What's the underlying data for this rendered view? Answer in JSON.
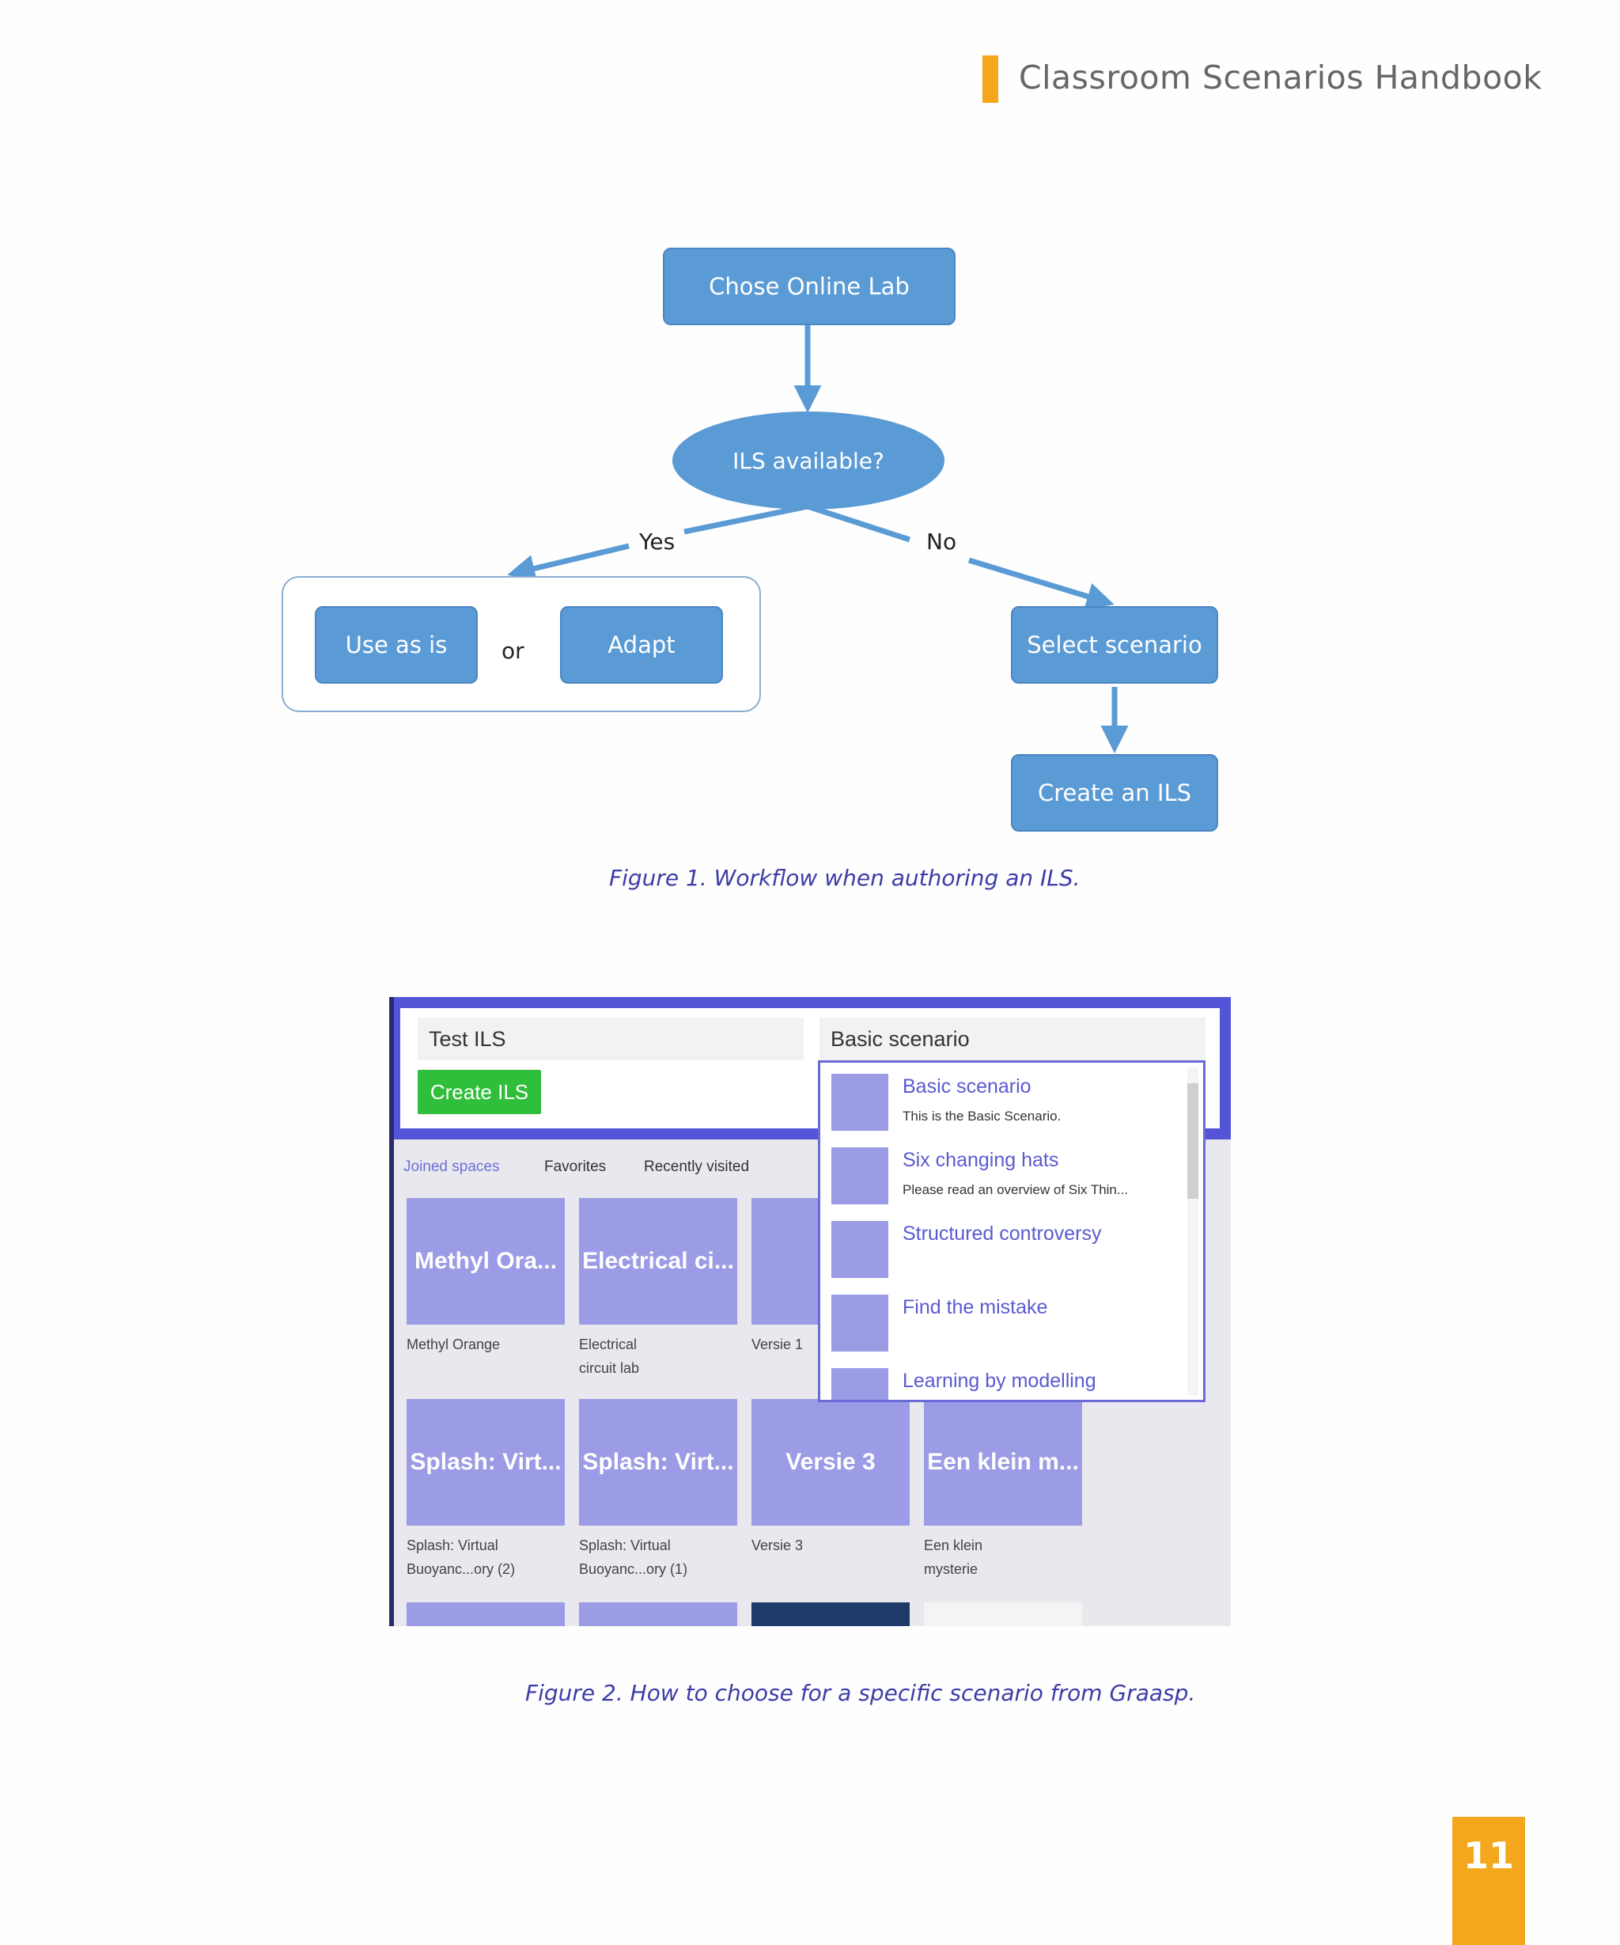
{
  "header": {
    "title": "Classroom Scenarios Handbook"
  },
  "figure1": {
    "nodes": {
      "start": "Chose Online Lab",
      "decision": "ILS available?",
      "use_as_is": "Use as is",
      "or": "or",
      "adapt": "Adapt",
      "select": "Select scenario",
      "create": "Create an ILS"
    },
    "edges": {
      "yes": "Yes",
      "no": "No"
    },
    "caption": "Figure 1. Workflow when authoring an ILS."
  },
  "figure2": {
    "ils_name_value": "Test ILS",
    "scenario_value": "Basic scenario",
    "create_button": "Create ILS",
    "tabs": [
      "Joined spaces",
      "Favorites",
      "Recently visited"
    ],
    "tiles_row1": [
      {
        "title": "Methyl Ora...",
        "caption": "Methyl Orange"
      },
      {
        "title": "Electrical ci...",
        "caption": "Electrical\ncircuit lab"
      },
      {
        "title": "Ve",
        "caption": "Versie 1"
      }
    ],
    "tiles_row2": [
      {
        "title": "Splash: Virt...",
        "caption": "Splash: Virtual\nBuoyanc...ory (2)"
      },
      {
        "title": "Splash: Virt...",
        "caption": "Splash: Virtual\nBuoyanc...ory (1)"
      },
      {
        "title": "Versie 3",
        "caption": "Versie 3"
      },
      {
        "title": "Een klein m...",
        "caption": "Een klein\nmysterie"
      }
    ],
    "dropdown": [
      {
        "title": "Basic scenario",
        "desc": "This is the Basic Scenario."
      },
      {
        "title": "Six changing hats",
        "desc": "Please read an overview of Six Thin..."
      },
      {
        "title": "Structured controversy",
        "desc": ""
      },
      {
        "title": "Find the mistake",
        "desc": ""
      },
      {
        "title": "Learning by modelling",
        "desc": ""
      }
    ],
    "caption": "Figure 2. How to choose for a specific scenario from Graasp."
  },
  "page_number": "11",
  "colors": {
    "accent": "#f4a71c",
    "flow_blue": "#5b9bd5",
    "graasp_purple": "#5454d8",
    "create_green": "#2fbf3a"
  }
}
